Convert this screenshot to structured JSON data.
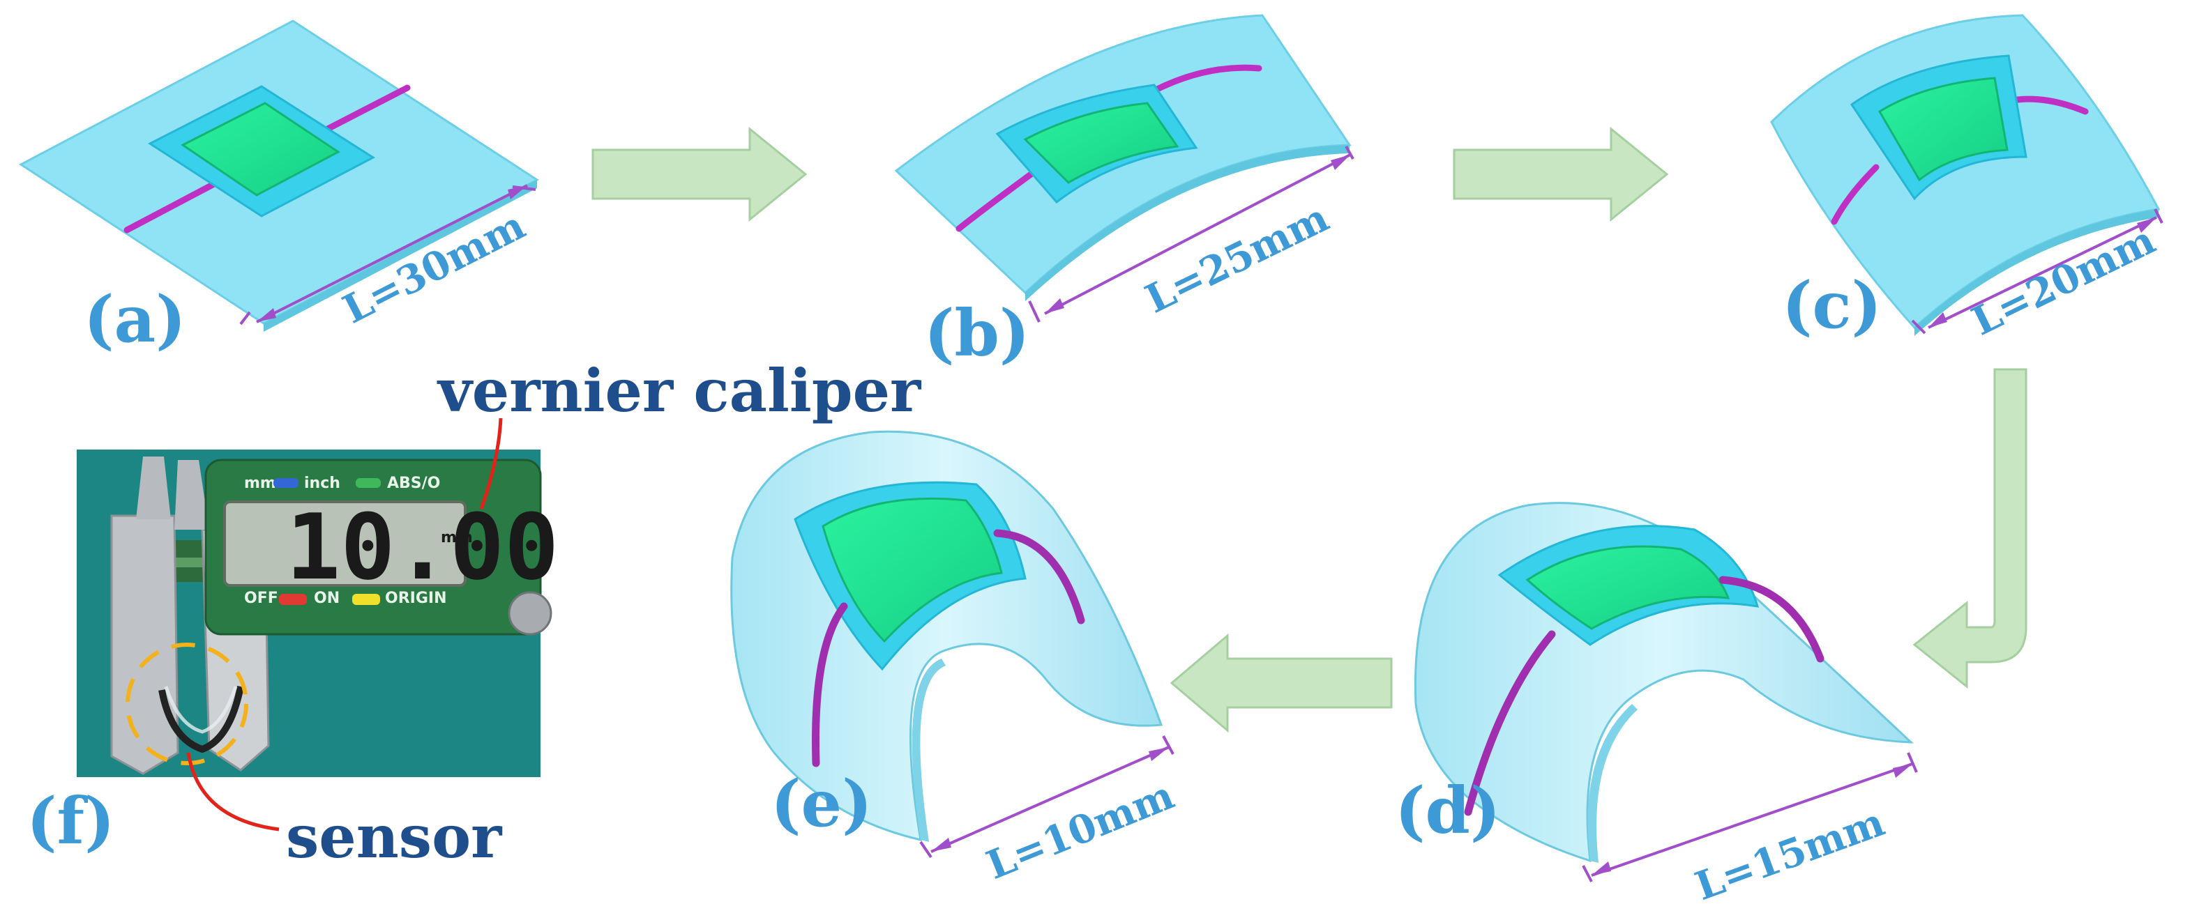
{
  "panels": {
    "a": {
      "letter": "(a)",
      "length_label": "L=30mm"
    },
    "b": {
      "letter": "(b)",
      "length_label": "L=25mm"
    },
    "c": {
      "letter": "(c)",
      "length_label": "L=20mm"
    },
    "d": {
      "letter": "(d)",
      "length_label": "L=15mm"
    },
    "e": {
      "letter": "(e)",
      "length_label": "L=10mm"
    },
    "f": {
      "letter": "(f)"
    }
  },
  "callouts": {
    "vernier": "vernier caliper",
    "sensor": "sensor"
  },
  "caliper": {
    "reading": "10.00",
    "unit": "mm",
    "buttons": {
      "mm": "mm",
      "inch": "inch",
      "abs": "ABS/O",
      "off": "OFF",
      "on": "ON",
      "origin": "ORIGIN"
    }
  },
  "colors": {
    "substrate": "#8fe3f5",
    "frame": "#39d0ec",
    "active_area": "#22e89a",
    "wire": "#c02fc4",
    "arrow_fill": "#c8e6c2",
    "arrow_stroke": "#a6cfa1",
    "dimension": "#a04ec9",
    "label_blue": "#3e9ad6",
    "callout_blue": "#1f4e8c"
  }
}
